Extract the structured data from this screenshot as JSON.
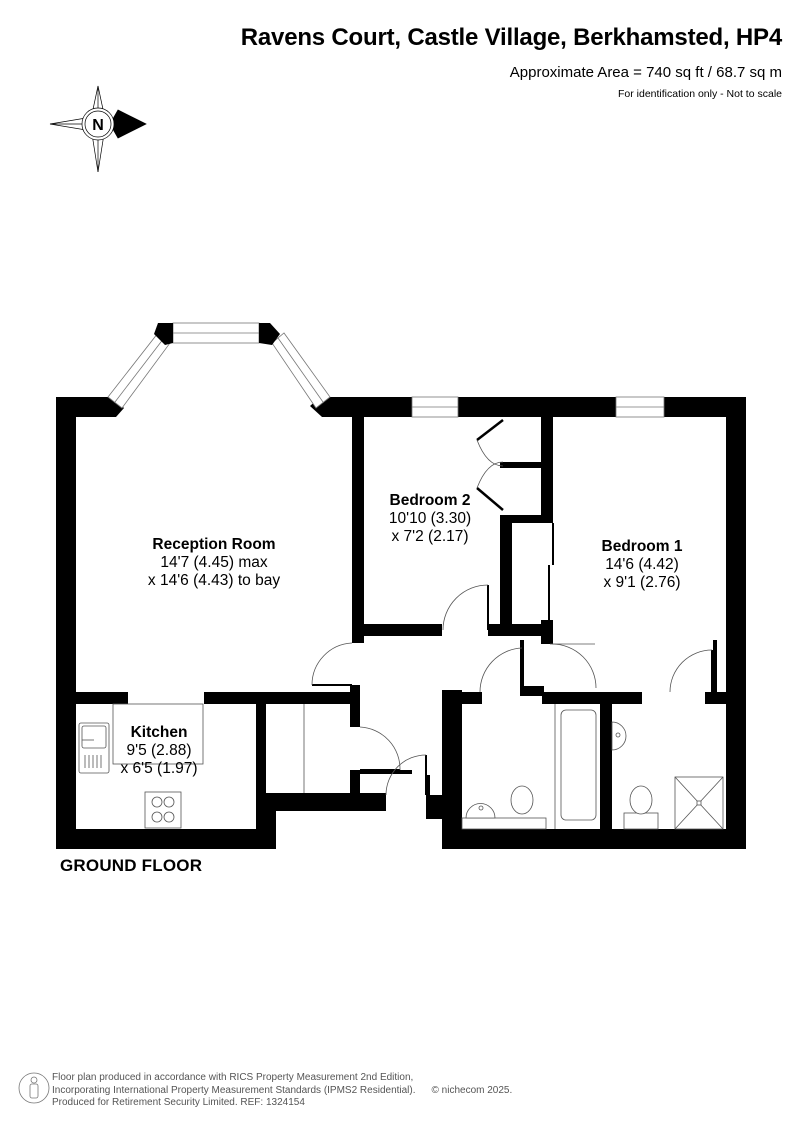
{
  "header": {
    "title": "Ravens Court, Castle Village, Berkhamsted, HP4",
    "area": "Approximate Area = 740 sq ft / 68.7 sq m",
    "note": "For identification only - Not to scale"
  },
  "compass": {
    "icon": "north-compass-icon",
    "letter": "N",
    "direction": "pointing-right"
  },
  "floor": {
    "label": "GROUND FLOOR"
  },
  "rooms": [
    {
      "name": "Reception Room",
      "dim1": "14'7 (4.45) max",
      "dim2": "x 14'6 (4.43) to bay"
    },
    {
      "name": "Bedroom 2",
      "dim1": "10'10 (3.30)",
      "dim2": "x 7'2 (2.17)"
    },
    {
      "name": "Bedroom 1",
      "dim1": "14'6 (4.42)",
      "dim2": "x 9'1 (2.76)"
    },
    {
      "name": "Kitchen",
      "dim1": "9'5 (2.88)",
      "dim2": "x 6'5 (1.97)"
    }
  ],
  "footer": {
    "line1": "Floor plan produced in accordance with RICS Property Measurement 2nd Edition,",
    "line2": "Incorporating International Property Measurement Standards (IPMS2 Residential).",
    "copyright": "© nichecom 2025.",
    "line3": "Produced for Retirement Security Limited.   REF: 1324154"
  },
  "colors": {
    "wall": "#000000",
    "background": "#ffffff",
    "fixture_line": "#555555",
    "footer_text": "#555555"
  }
}
